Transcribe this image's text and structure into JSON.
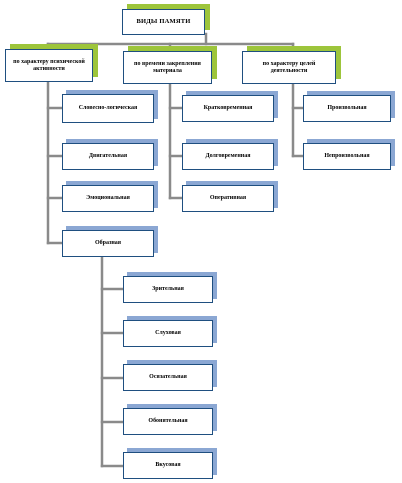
{
  "root": {
    "label": "ВИДЫ ПАМЯТИ"
  },
  "categories": [
    {
      "label": "по характеру психической активности"
    },
    {
      "label": "по времени закрепления материала"
    },
    {
      "label": "по характеру целей деятельности"
    }
  ],
  "activity_items": [
    {
      "label": "Словесно-логическая"
    },
    {
      "label": "Двигательная"
    },
    {
      "label": "Эмоциональная"
    },
    {
      "label": "Образная"
    }
  ],
  "time_items": [
    {
      "label": "Кратковременная"
    },
    {
      "label": "Долговременная"
    },
    {
      "label": "Оперативная"
    }
  ],
  "goal_items": [
    {
      "label": "Произвольная"
    },
    {
      "label": "Непроизвольная"
    }
  ],
  "image_items": [
    {
      "label": "Зрительная"
    },
    {
      "label": "Слуховая"
    },
    {
      "label": "Осязательная"
    },
    {
      "label": "Обонятельная"
    },
    {
      "label": "Вкусовая"
    }
  ],
  "colors": {
    "connector": "#8a8a8a",
    "box_border": "#1f4f80",
    "shadow_blue": "#8ba7d3",
    "shadow_green": "#9dc53b"
  }
}
